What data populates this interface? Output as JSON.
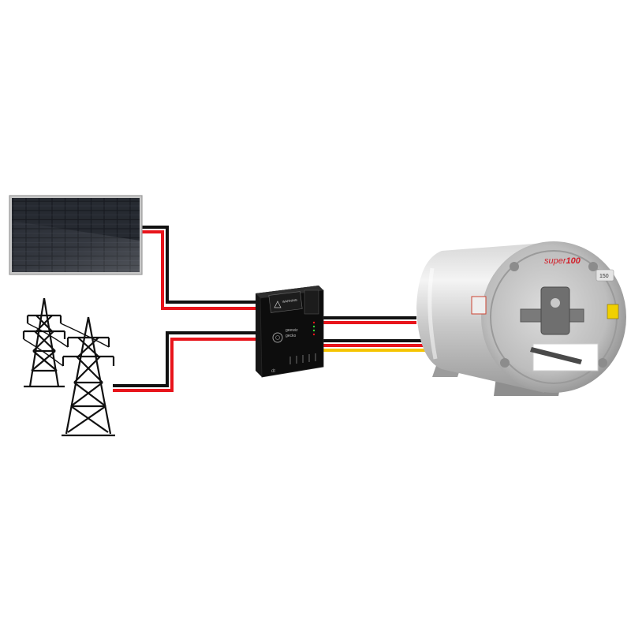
{
  "diagram": {
    "controller": {
      "warning_label": "WARNING",
      "brand_line1": "geewiz",
      "brand_line2": "gecko",
      "mark": "dt"
    },
    "geyser": {
      "brand_prefix": "super",
      "brand_suffix": "100",
      "capacity": "150"
    },
    "colors": {
      "wire_positive": "#e8141b",
      "wire_negative": "#111111",
      "wire_earth": "#f5c400"
    }
  }
}
